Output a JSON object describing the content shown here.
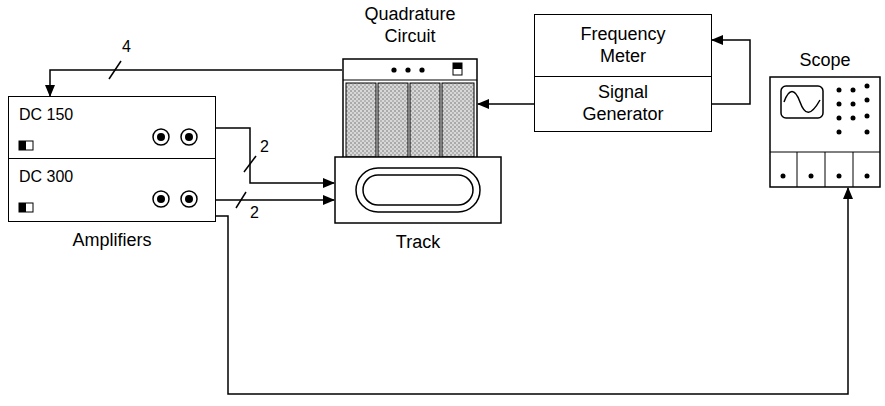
{
  "diagram": {
    "nodes": [
      {
        "text": [
          "Quadrature Circuit"
        ]
      },
      {
        "text": [
          "Frequency Meter"
        ]
      },
      {
        "text": [
          "Signal Generator"
        ]
      },
      {
        "text": [
          "Scope"
        ]
      },
      {
        "text": [
          "Amplifiers"
        ]
      },
      {
        "text": [
          "DC 150"
        ],
        "in": 4
      },
      {
        "text": [
          "DC 300"
        ],
        "in": 4
      },
      {
        "text": [
          "Track"
        ]
      }
    ],
    "edges": [
      {
        "from": 2,
        "to": 1,
        "arrow": "to"
      },
      {
        "from": 2,
        "to": 0,
        "arrow": "to"
      },
      {
        "from": 0,
        "to": 5,
        "arrow": "to",
        "label": "4"
      },
      {
        "from": 5,
        "to": 7,
        "arrow": "to",
        "label": "2"
      },
      {
        "from": 6,
        "to": 7,
        "arrow": "to",
        "label": "2"
      },
      {
        "from": 6,
        "to": 3,
        "arrow": "to"
      }
    ]
  }
}
